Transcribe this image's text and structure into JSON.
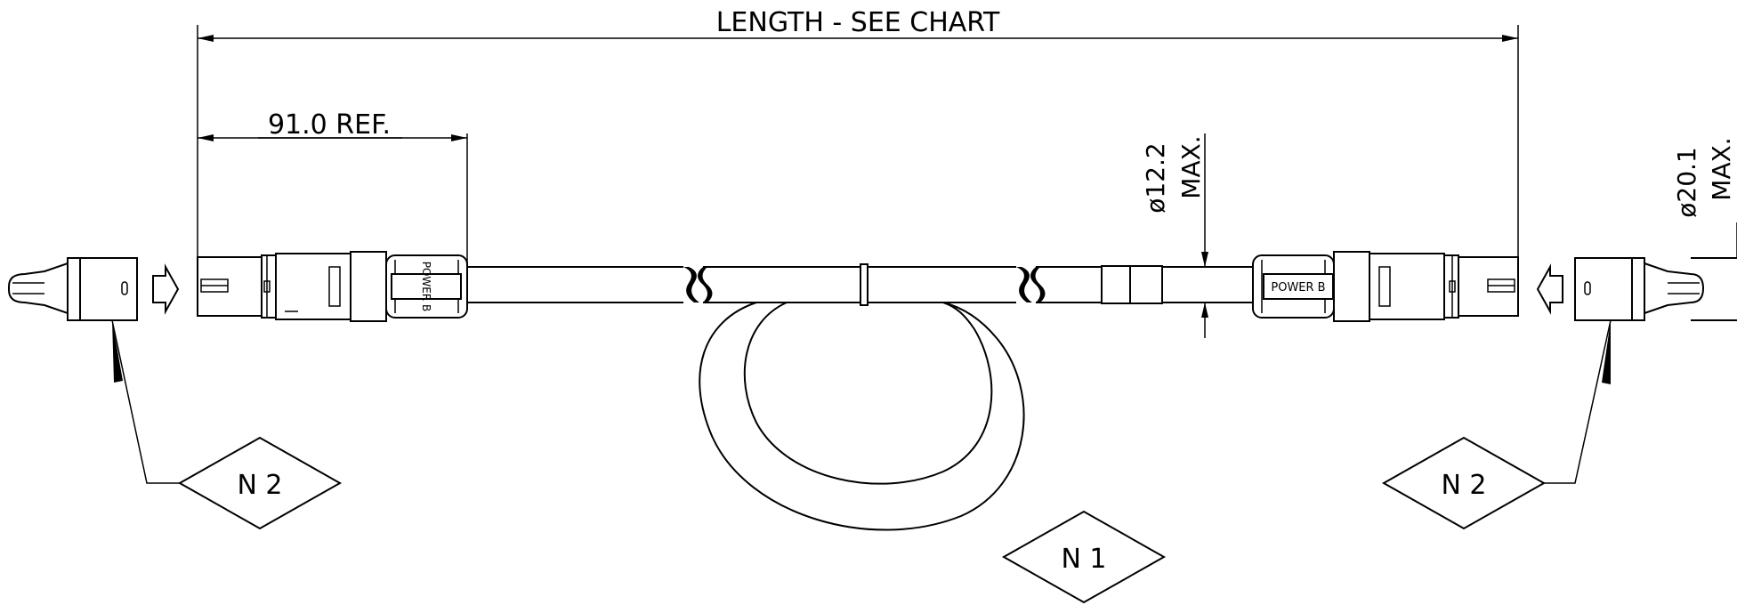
{
  "dimensions": {
    "length_label": "LENGTH - SEE CHART",
    "ref_label": "91.0 REF.",
    "cable_dia_value": "ø12.2",
    "cable_dia_note": "MAX.",
    "plug_dia_value": "ø20.1",
    "plug_dia_note": "MAX."
  },
  "connectors": {
    "left_brand": "POWER B",
    "right_brand": "POWER B"
  },
  "notes": {
    "left_tag": "N 2",
    "right_tag": "N 2",
    "coil_tag": "N 1"
  }
}
